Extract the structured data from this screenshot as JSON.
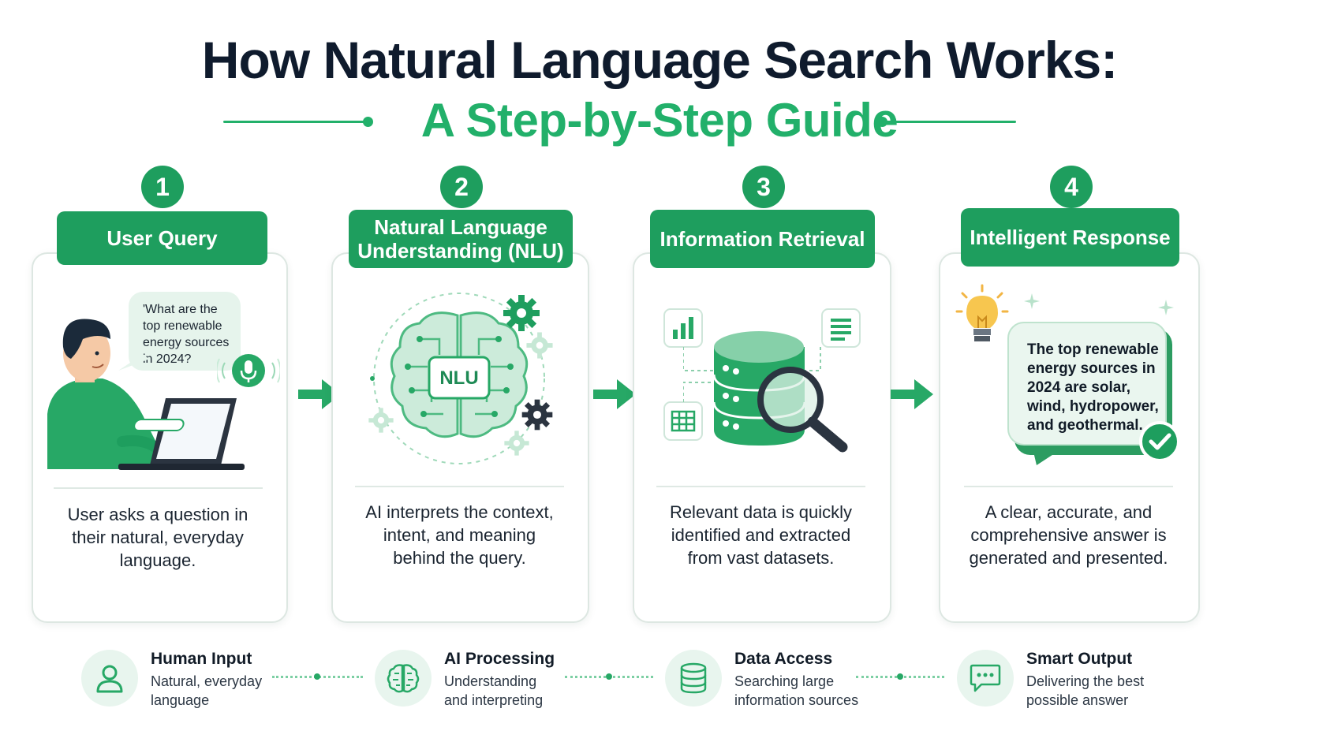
{
  "header": {
    "title": "How Natural Language Search Works:",
    "subtitle": "A Step-by-Step Guide"
  },
  "colors": {
    "primary_green": "#1e9e5e",
    "accent_green": "#22b06a",
    "title_dark": "#0f1b2d"
  },
  "steps": [
    {
      "number": "1",
      "title": "User Query",
      "bubble": "'What are the top renewable energy sources in 2024?",
      "description": "User asks a question in their natural, everyday language.",
      "icons": [
        "person-at-laptop-icon",
        "speech-bubble-icon",
        "microphone-icon",
        "search-bar-icon"
      ]
    },
    {
      "number": "2",
      "title": "Natural Language Understanding (NLU)",
      "chip": "NLU",
      "description": "AI interprets the context, intent, and meaning behind the query.",
      "icons": [
        "brain-circuit-icon",
        "gear-icon"
      ]
    },
    {
      "number": "3",
      "title": "Information Retrieval",
      "description": "Relevant data is quickly identified and extracted from vast datasets.",
      "icons": [
        "bar-chart-icon",
        "document-icon",
        "table-icon",
        "database-icon",
        "magnifier-icon"
      ]
    },
    {
      "number": "4",
      "title": "Intelligent Response",
      "answer": "The top renewable energy sources in 2024 are solar, wind, hydropower, and geothermal.",
      "description": "A clear, accurate, and comprehensive answer is generated and presented.",
      "icons": [
        "lightbulb-icon",
        "sparkle-icon",
        "answer-bubble-icon",
        "checkmark-icon"
      ]
    }
  ],
  "footer": [
    {
      "title": "Human Input",
      "line1": "Natural, everyday",
      "line2": "language",
      "icon": "person-icon"
    },
    {
      "title": "AI Processing",
      "line1": "Understanding",
      "line2": "and interpreting",
      "icon": "brain-icon"
    },
    {
      "title": "Data Access",
      "line1": "Searching large",
      "line2": "information sources",
      "icon": "database-icon"
    },
    {
      "title": "Smart Output",
      "line1": "Delivering the best",
      "line2": "possible answer",
      "icon": "chat-bubble-icon"
    }
  ]
}
